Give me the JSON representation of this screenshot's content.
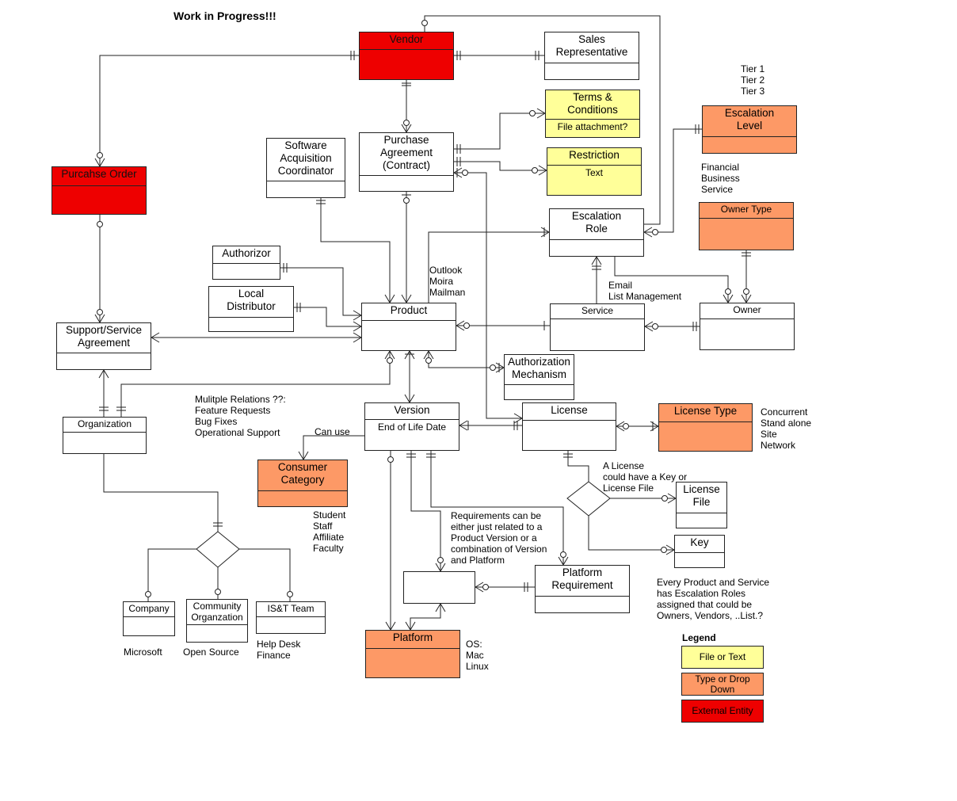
{
  "title": "Work in Progress!!!",
  "entities": {
    "vendor": {
      "name": "Vendor"
    },
    "sales_rep": {
      "name": "Sales\nRepresentative"
    },
    "terms": {
      "name": "Terms &\nConditions",
      "attr": "File attachment?"
    },
    "restriction": {
      "name": "Restriction",
      "attr": "Text"
    },
    "escalation_level": {
      "name": "Escalation\nLevel"
    },
    "purchase_order": {
      "name": "Purcahse Order"
    },
    "software_coord": {
      "name": "Software\nAcquisition\nCoordinator"
    },
    "purchase_agreement": {
      "name": "Purchase\nAgreement\n(Contract)"
    },
    "escalation_role": {
      "name": "Escalation\nRole"
    },
    "owner_type": {
      "name": "Owner Type"
    },
    "authorizor": {
      "name": "Authorizor"
    },
    "local_distributor": {
      "name": "Local\nDistributor"
    },
    "product": {
      "name": "Product"
    },
    "service": {
      "name": "Service"
    },
    "owner": {
      "name": "Owner"
    },
    "support_agreement": {
      "name": "Support/Service\nAgreement"
    },
    "auth_mechanism": {
      "name": "Authorization\nMechanism"
    },
    "organization": {
      "name": "Organization"
    },
    "version": {
      "name": "Version",
      "attr": "End of Life Date"
    },
    "license": {
      "name": "License"
    },
    "license_type": {
      "name": "License Type"
    },
    "consumer_category": {
      "name": "Consumer\nCategory"
    },
    "license_file": {
      "name": "License\nFile"
    },
    "key": {
      "name": "Key"
    },
    "platform_version": {
      "name": ""
    },
    "platform_requirement": {
      "name": "Platform\nRequirement"
    },
    "platform": {
      "name": "Platform"
    },
    "company": {
      "name": "Company"
    },
    "community_org": {
      "name": "Community\nOrganzation"
    },
    "ist_team": {
      "name": "IS&T Team"
    }
  },
  "notes": {
    "tiers": "Tier 1\nTier 2\nTier 3",
    "financial": "Financial\nBusiness\nService",
    "outlook": "Outlook\nMoira\nMailman",
    "email": "Email\nList Management",
    "multiple_relations": "Mulitple Relations ??:\nFeature Requests\nBug Fixes\nOperational Support",
    "can_use": "Can use",
    "license_types": "Concurrent\nStand alone\nSite\nNetwork",
    "license_key": "A License\ncould have a Key or\nLicense File",
    "requirements": "Requirements can be\neither just related to a\nProduct Version or a\ncombination of Version\nand Platform",
    "consumers": "Student\nStaff\nAffiliate\nFaculty",
    "every_product": "Every Product and Service\nhas Escalation Roles\nassigned that could be\nOwners, Vendors, ..List.?",
    "microsoft": "Microsoft",
    "open_source": "Open Source",
    "help_desk": "Help Desk\nFinance",
    "os": "OS:\nMac\nLinux"
  },
  "legend": {
    "title": "Legend",
    "items": [
      {
        "label": "File or Text",
        "color": "#ffff99"
      },
      {
        "label": "Type or Drop\nDown",
        "color": "#fd9966"
      },
      {
        "label": "External Entity",
        "color": "#ee0000"
      }
    ]
  },
  "colors": {
    "yellow": "#ffff99",
    "orange": "#fd9966",
    "red": "#ee0000",
    "line": "#222222"
  }
}
